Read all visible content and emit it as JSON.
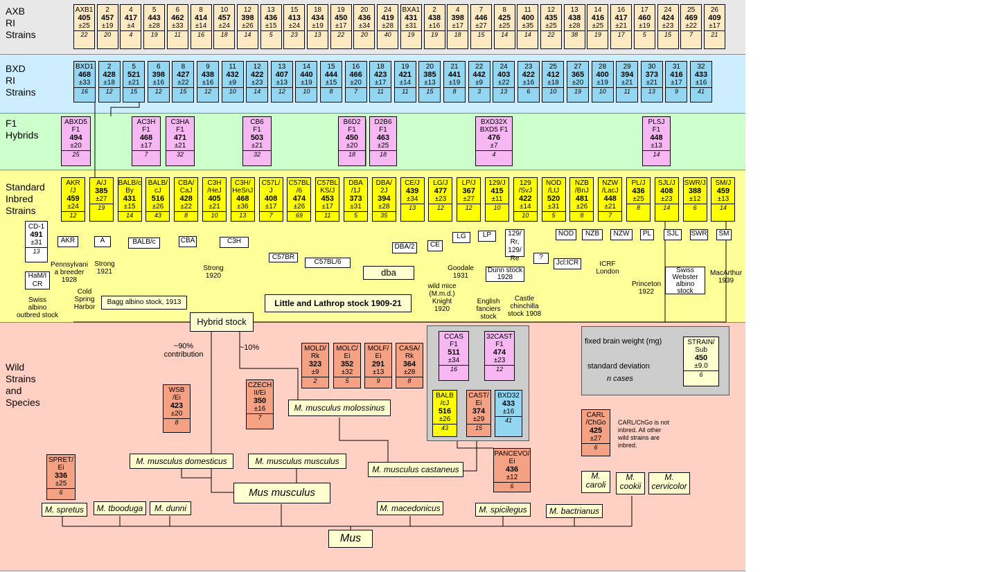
{
  "bands": [
    {
      "id": "axb",
      "label": "AXB\nRI\nStrains",
      "color": "#e8e8e8"
    },
    {
      "id": "bxd",
      "label": "BXD\nRI\nStrains",
      "color": "#cceeff"
    },
    {
      "id": "f1",
      "label": "F1\nHybrids",
      "color": "#ccffcc"
    },
    {
      "id": "inbred",
      "label": "Standard\nInbred\nStrains",
      "color": "#ffff99"
    },
    {
      "id": "wild",
      "label": "Wild\nStrains\nand\nSpecies",
      "color": "#ffd0c4"
    }
  ],
  "axb": [
    {
      "name": "AXB1",
      "weight": "405",
      "sd": "±25",
      "n": "22"
    },
    {
      "name": "2",
      "weight": "457",
      "sd": "±19",
      "n": "20"
    },
    {
      "name": "4",
      "weight": "417",
      "sd": "±4",
      "n": "4"
    },
    {
      "name": "5",
      "weight": "443",
      "sd": "±28",
      "n": "19"
    },
    {
      "name": "6",
      "weight": "462",
      "sd": "±33",
      "n": "11"
    },
    {
      "name": "8",
      "weight": "414",
      "sd": "±14",
      "n": "16"
    },
    {
      "name": "10",
      "weight": "457",
      "sd": "±24",
      "n": "18"
    },
    {
      "name": "12",
      "weight": "398",
      "sd": "±26",
      "n": "14"
    },
    {
      "name": "13",
      "weight": "436",
      "sd": "±15",
      "n": "5"
    },
    {
      "name": "15",
      "weight": "413",
      "sd": "±24",
      "n": "23"
    },
    {
      "name": "18",
      "weight": "434",
      "sd": "±19",
      "n": "13"
    },
    {
      "name": "19",
      "weight": "450",
      "sd": "±17",
      "n": "22"
    },
    {
      "name": "20",
      "weight": "436",
      "sd": "±34",
      "n": "20"
    },
    {
      "name": "24",
      "weight": "419",
      "sd": "±28",
      "n": "40"
    },
    {
      "name": "BXA1",
      "weight": "431",
      "sd": "±31",
      "n": "19"
    },
    {
      "name": "2",
      "weight": "438",
      "sd": "±16",
      "n": "19"
    },
    {
      "name": "4",
      "weight": "398",
      "sd": "±17",
      "n": "18"
    },
    {
      "name": "7",
      "weight": "446",
      "sd": "±27",
      "n": "15"
    },
    {
      "name": "8",
      "weight": "425",
      "sd": "±25",
      "n": "14"
    },
    {
      "name": "11",
      "weight": "400",
      "sd": "±35",
      "n": "14"
    },
    {
      "name": "12",
      "weight": "435",
      "sd": "±25",
      "n": "22"
    },
    {
      "name": "13",
      "weight": "438",
      "sd": "±28",
      "n": "38"
    },
    {
      "name": "14",
      "weight": "416",
      "sd": "±25",
      "n": "19"
    },
    {
      "name": "16",
      "weight": "417",
      "sd": "±21",
      "n": "17"
    },
    {
      "name": "17",
      "weight": "460",
      "sd": "±19",
      "n": "5"
    },
    {
      "name": "24",
      "weight": "424",
      "sd": "±23",
      "n": "15"
    },
    {
      "name": "25",
      "weight": "469",
      "sd": "±22",
      "n": "7"
    },
    {
      "name": "26",
      "weight": "409",
      "sd": "±17",
      "n": "21"
    }
  ],
  "bxd": [
    {
      "name": "BXD1",
      "weight": "468",
      "sd": "±33",
      "n": "16"
    },
    {
      "name": "2",
      "weight": "428",
      "sd": "±18",
      "n": "12"
    },
    {
      "name": "5",
      "weight": "521",
      "sd": "±21",
      "n": "15"
    },
    {
      "name": "6",
      "weight": "398",
      "sd": "±16",
      "n": "12"
    },
    {
      "name": "8",
      "weight": "427",
      "sd": "±22",
      "n": "15"
    },
    {
      "name": "9",
      "weight": "438",
      "sd": "±16",
      "n": "12"
    },
    {
      "name": "11",
      "weight": "432",
      "sd": "±9",
      "n": "10"
    },
    {
      "name": "12",
      "weight": "422",
      "sd": "±23",
      "n": "14"
    },
    {
      "name": "13",
      "weight": "407",
      "sd": "±13",
      "n": "12"
    },
    {
      "name": "14",
      "weight": "440",
      "sd": "±19",
      "n": "10"
    },
    {
      "name": "15",
      "weight": "444",
      "sd": "±15",
      "n": "8"
    },
    {
      "name": "16",
      "weight": "466",
      "sd": "±20",
      "n": "7"
    },
    {
      "name": "18",
      "weight": "423",
      "sd": "±17",
      "n": "11"
    },
    {
      "name": "19",
      "weight": "421",
      "sd": "±14",
      "n": "11"
    },
    {
      "name": "20",
      "weight": "385",
      "sd": "±13",
      "n": "15"
    },
    {
      "name": "21",
      "weight": "441",
      "sd": "±19",
      "n": "8"
    },
    {
      "name": "22",
      "weight": "442",
      "sd": "±9",
      "n": "3"
    },
    {
      "name": "24",
      "weight": "403",
      "sd": "±22",
      "n": "13"
    },
    {
      "name": "23",
      "weight": "422",
      "sd": "±16",
      "n": "6"
    },
    {
      "name": "25",
      "weight": "412",
      "sd": "±18",
      "n": "10"
    },
    {
      "name": "27",
      "weight": "365",
      "sd": "±20",
      "n": "19"
    },
    {
      "name": "28",
      "weight": "400",
      "sd": "±19",
      "n": "10"
    },
    {
      "name": "29",
      "weight": "394",
      "sd": "±21",
      "n": "11"
    },
    {
      "name": "30",
      "weight": "373",
      "sd": "±21",
      "n": "13"
    },
    {
      "name": "31",
      "weight": "416",
      "sd": "±17",
      "n": "9"
    },
    {
      "name": "32",
      "weight": "433",
      "sd": "±16",
      "n": "41"
    }
  ],
  "f1": [
    {
      "name": "ABXD5\nF1",
      "weight": "494",
      "sd": "±20",
      "n": "25"
    },
    {
      "name": "AC3H\nF1",
      "weight": "468",
      "sd": "±17",
      "n": "7"
    },
    {
      "name": "C3HA\nF1",
      "weight": "471",
      "sd": "±21",
      "n": "32"
    },
    {
      "name": "CB6\nF1",
      "weight": "503",
      "sd": "±21",
      "n": "32"
    },
    {
      "name": "B6D2\nF1",
      "weight": "450",
      "sd": "±20",
      "n": "18"
    },
    {
      "name": "D2B6\nF1",
      "weight": "463",
      "sd": "±25",
      "n": "18"
    },
    {
      "name": "BXD32X\nBXD5 F1",
      "weight": "476",
      "sd": "±7",
      "n": "4"
    },
    {
      "name": "PLSJ\nF1",
      "weight": "448",
      "sd": "±13",
      "n": "14"
    }
  ],
  "inbred": [
    {
      "name": "AKR\n/J",
      "weight": "459",
      "sd": "±24",
      "n": "12"
    },
    {
      "name": "A/J",
      "weight": "385",
      "sd": "±27",
      "n": "19"
    },
    {
      "name": "BALB/c\nBy",
      "weight": "431",
      "sd": "±15",
      "n": "14"
    },
    {
      "name": "BALB/\ncJ",
      "weight": "516",
      "sd": "±26",
      "n": "43"
    },
    {
      "name": "CBA/\nCaJ",
      "weight": "428",
      "sd": "±22",
      "n": "8"
    },
    {
      "name": "C3H\n/HeJ",
      "weight": "405",
      "sd": "±21",
      "n": "10"
    },
    {
      "name": "C3H/\nHeSnJ",
      "weight": "468",
      "sd": "±36",
      "n": "13"
    },
    {
      "name": "C57L/\nJ",
      "weight": "408",
      "sd": "±17",
      "n": "7"
    },
    {
      "name": "C57BL\n/6",
      "weight": "474",
      "sd": "±26",
      "n": "69"
    },
    {
      "name": "C57BL\nKS/J",
      "weight": "453",
      "sd": "±17",
      "n": "11"
    },
    {
      "name": "DBA\n/1J",
      "weight": "373",
      "sd": "±31",
      "n": "5"
    },
    {
      "name": "DBA/\n2J",
      "weight": "394",
      "sd": "±28",
      "n": "35"
    },
    {
      "name": "CE/J",
      "weight": "439",
      "sd": "±34",
      "n": "13"
    },
    {
      "name": "LG/J",
      "weight": "477",
      "sd": "±23",
      "n": "12"
    },
    {
      "name": "LP/J",
      "weight": "367",
      "sd": "±27",
      "n": "12"
    },
    {
      "name": "129/J",
      "weight": "415",
      "sd": "±11",
      "n": "10"
    },
    {
      "name": "129 /SvJ",
      "weight": "422",
      "sd": "±14",
      "n": "10"
    },
    {
      "name": "NOD\n/LtJ",
      "weight": "520",
      "sd": "±31",
      "n": "5"
    },
    {
      "name": "NZB\n/BnJ",
      "weight": "481",
      "sd": "±26",
      "n": "8"
    },
    {
      "name": "NZW\n/LacJ",
      "weight": "448",
      "sd": "±21",
      "n": "7"
    },
    {
      "name": "PL/J",
      "weight": "436",
      "sd": "±25",
      "n": "8"
    },
    {
      "name": "SJL/J",
      "weight": "408",
      "sd": "±23",
      "n": "14"
    },
    {
      "name": "SWR/J",
      "weight": "388",
      "sd": "±12",
      "n": "6"
    },
    {
      "name": "SM/J",
      "weight": "459",
      "sd": "±13",
      "n": "14"
    }
  ],
  "cd1": {
    "name": "CD-1",
    "weight": "491",
    "sd": "±31",
    "n": "13"
  },
  "wild": [
    {
      "name": "MOLD/\nRk",
      "weight": "323",
      "sd": "±9",
      "n": "2"
    },
    {
      "name": "MOLC/\nEi",
      "weight": "352",
      "sd": "±32",
      "n": "5"
    },
    {
      "name": "MOLF/\nEi",
      "weight": "291",
      "sd": "±13",
      "n": "9"
    },
    {
      "name": "CASA/\nRk",
      "weight": "364",
      "sd": "±28",
      "n": "8"
    },
    {
      "name": "WSB\n/Ei",
      "weight": "423",
      "sd": "±20",
      "n": "8"
    },
    {
      "name": "CZECH\nII/Ei",
      "weight": "350",
      "sd": "±16",
      "n": "7"
    },
    {
      "name": "SPRET/\nEi",
      "weight": "336",
      "sd": "±25",
      "n": "6"
    },
    {
      "name": "PANCEVO/\nEi",
      "weight": "436",
      "sd": "±12",
      "n": "6"
    },
    {
      "name": "CARL\n/ChGo",
      "weight": "425",
      "sd": "±27",
      "n": "6"
    }
  ],
  "cast_group": [
    {
      "name": "CCAS\nF1",
      "weight": "511",
      "sd": "±34",
      "n": "16"
    },
    {
      "name": "32CAST\nF1",
      "weight": "474",
      "sd": "±23",
      "n": "12"
    },
    {
      "name": "BALB\n/cJ",
      "weight": "516",
      "sd": "±26",
      "n": "43"
    },
    {
      "name": "CAST/\nEi",
      "weight": "374",
      "sd": "±29",
      "n": "15"
    },
    {
      "name": "BXD32",
      "weight": "433",
      "sd": "±16",
      "n": "41"
    }
  ],
  "progenitors": [
    "AKR",
    "A",
    "BALB/c",
    "CBA",
    "C3H",
    "C57BR",
    "C57BL/6",
    "DBA/2",
    "CE",
    "LG",
    "LP",
    "129/\nRr,\n129/\nRe",
    "?",
    "NOD",
    "NZB",
    "NZW",
    "PL",
    "SJL",
    "SWR",
    "SM",
    "HaM/I\nCR",
    "Jcl:ICR"
  ],
  "labels": {
    "dba": "dba",
    "little": "Little and Lathrop stock 1909-21",
    "bagg": "Bagg albino stock, 1913",
    "hybrid": "Hybrid stock",
    "pennsylvania": "Pennsylvani\na breeder\n1928",
    "strong1921": "Strong\n1921",
    "strong1920": "Strong\n1920",
    "coldspring": "Cold\nSpring\nHarbor",
    "swiss": "Swiss\nalbino\noutbred stock",
    "wildmice": "wild mice\n(M.m.d.)\nKnight\n1920",
    "goodale": "Goodale\n1931",
    "dunn": "Dunn stock\n1928",
    "english": "English\nfanciers\nstock",
    "castle": "Castle\nchinchilla\nstock 1908",
    "icrf": "ICRF\nLondon",
    "princeton": "Princeton\n1922",
    "swisswebster": "Swiss\nWebster\nalbino\nstock",
    "macarthur": "MacArthur\n1939",
    "pct90": "~90%\ncontribution",
    "pct10": "~10%",
    "carlnote": "CARL/ChGo is not\ninbred. All other\nwild strains are\ninbred."
  },
  "species": {
    "domesticus": "M. musculus domesticus",
    "musculus": "M. musculus musculus",
    "molossinus": "M. musculus molossinus",
    "castaneus": "M. musculus castaneus",
    "mus_musculus": "Mus musculus",
    "mus": "Mus",
    "spretus": "M. spretus",
    "tbooduga": "M. tbooduga",
    "dunni": "M. dunni",
    "macedonicus": "M. macedonicus",
    "spicilegus": "M. spicilegus",
    "bactrianus": "M. bactrianus",
    "caroli": "M.\ncaroli",
    "cookii": "M.\ncookii",
    "cervicolor": "M.\ncervicolor"
  },
  "legend": {
    "weight_label": "fixed brain weight (mg)",
    "sd_label": "standard deviation",
    "n_label": "n cases",
    "name": "STRAIN/\nSub",
    "weight": "450",
    "sd": "±9.0",
    "n": "6"
  }
}
